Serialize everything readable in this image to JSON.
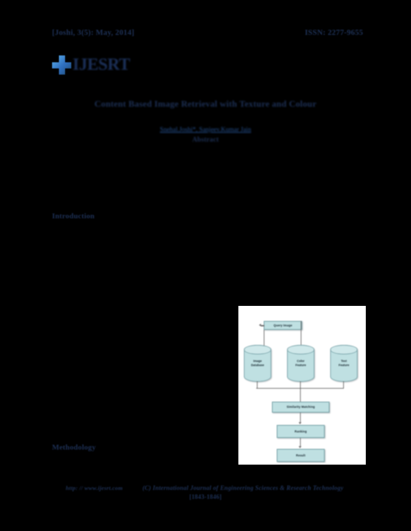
{
  "header": {
    "left": "[Joshi, 3(5): May, 2014]",
    "right": "ISSN: 2277-9655"
  },
  "logo": {
    "text": "IJESRT",
    "icon": "plus-cross-icon",
    "accent": "#2f6fbf"
  },
  "article": {
    "title": "Content Based Image Retrieval with Texture and Colour",
    "authors": "Snehal.Joshi*, Sanjeev.Kumar Jain",
    "abstract_label": "Abstract"
  },
  "sections": {
    "introduction": "Introduction",
    "methodology": "Methodology"
  },
  "figure": {
    "top_box": "Query Image",
    "cylinders": [
      "Image\nDatabase",
      "Color\nFeature",
      "Text\nFeature"
    ],
    "flow_boxes": [
      "Similarity Matching",
      "Ranking",
      "Result"
    ],
    "node_fill": "#bfe0e2",
    "node_stroke": "#6f9ca2",
    "connector_color": "#6b6b6b"
  },
  "footer": {
    "url": "http: // www.ijesrt.com",
    "copyright": "(C) International Journal of Engineering Sciences & Research Technology",
    "pages": "[1843-1846]"
  },
  "colors": {
    "page_border": "#000000",
    "text": "#1d3055",
    "link": "#24508f"
  }
}
